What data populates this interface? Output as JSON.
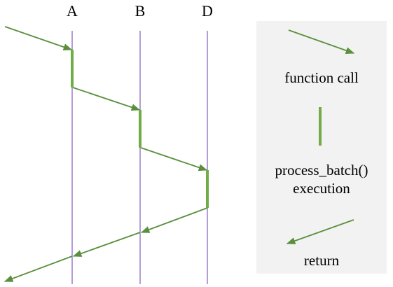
{
  "columns": [
    {
      "id": "a",
      "label": "A"
    },
    {
      "id": "b",
      "label": "B"
    },
    {
      "id": "d",
      "label": "D"
    }
  ],
  "legend": {
    "call_label": "function call",
    "exec_label_line1": "process_batch()",
    "exec_label_line2": "execution",
    "return_label": "return"
  },
  "colors": {
    "lifeline": "#7f5fbf",
    "arrow": "#5a8f3c",
    "execution_bar": "#70ad47",
    "legend_background": "#f2f2f2",
    "text": "#000000"
  }
}
